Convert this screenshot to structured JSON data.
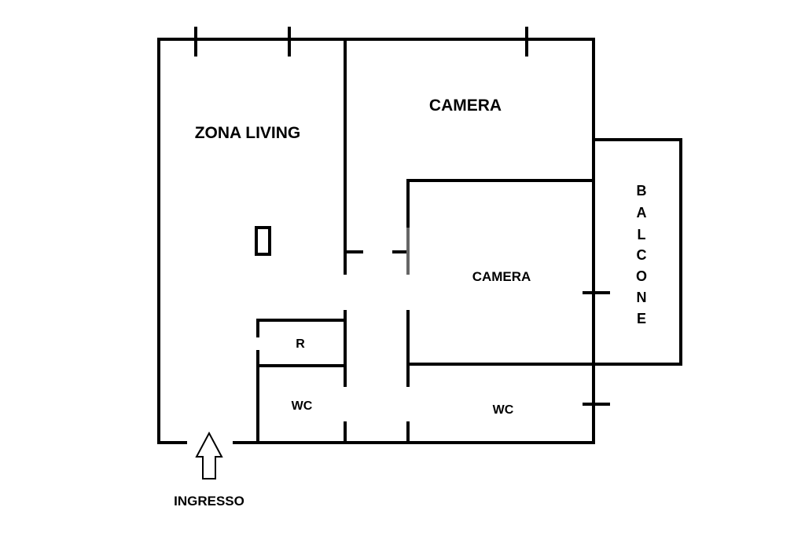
{
  "rooms": {
    "zona_living": "ZONA LIVING",
    "camera_top": "CAMERA",
    "camera_mid": "CAMERA",
    "ripostiglio": "R",
    "wc_left": "WC",
    "wc_right": "WC"
  },
  "balcone": [
    "B",
    "A",
    "L",
    "C",
    "O",
    "N",
    "E"
  ],
  "ingresso": "INGRESSO",
  "colors": {
    "walls": "#000000",
    "background": "#ffffff",
    "partition_gray": "#666666"
  }
}
